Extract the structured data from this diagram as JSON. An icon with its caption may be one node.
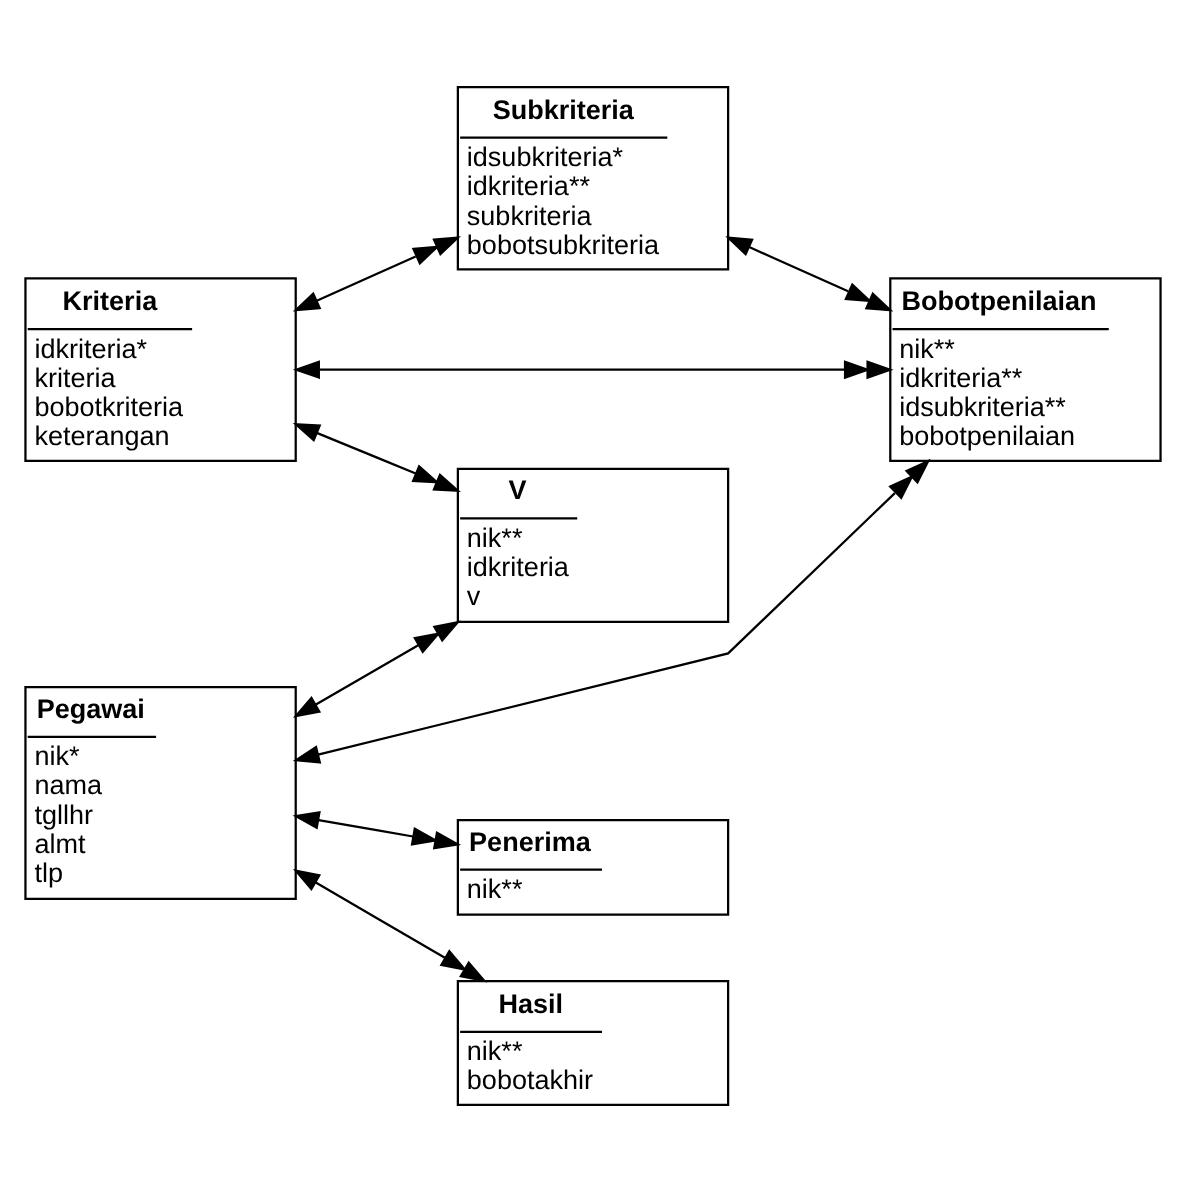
{
  "diagram": {
    "nodes": [
      {
        "text": [
          "V",
          "nik**",
          "idkriteria",
          "v"
        ]
      },
      {
        "text": [
          "Kriteria",
          "idkriteria*",
          "kriteria",
          "bobotkriteria",
          "keterangan"
        ]
      },
      {
        "text": [
          "Subkriteria",
          "idsubkriteria*",
          "idkriteria**",
          "subkriteria",
          "bobotsubkriteria"
        ]
      },
      {
        "text": [
          "Bobotpenilaian",
          "nik**",
          "idkriteria**",
          "idsubkriteria**",
          "bobotpenilaian"
        ]
      },
      {
        "text": [
          "Penerima",
          "nik**"
        ]
      },
      {
        "text": [
          "Pegawai",
          "nik*",
          "nama",
          "tgllhr",
          "almt",
          "tlp"
        ]
      },
      {
        "text": [
          "Hasil",
          "nik**",
          "bobotakhir"
        ]
      }
    ],
    "edges": [
      {
        "from": 5,
        "to": 0,
        "arrow": "both"
      },
      {
        "from": 5,
        "to": 4,
        "arrow": "both"
      },
      {
        "from": 5,
        "to": 6,
        "arrow": "both"
      },
      {
        "from": 5,
        "to": 3,
        "arrow": "both"
      },
      {
        "from": 1,
        "to": 0,
        "arrow": "both"
      },
      {
        "from": 1,
        "to": 2,
        "arrow": "both"
      },
      {
        "from": 1,
        "to": 3,
        "arrow": "both"
      },
      {
        "from": 2,
        "to": 3,
        "arrow": "both"
      }
    ]
  }
}
